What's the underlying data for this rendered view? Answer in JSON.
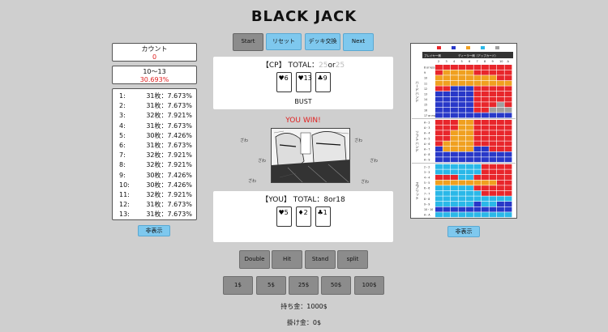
{
  "title": "BLACK JACK",
  "count": {
    "label": "カウント",
    "value": "0"
  },
  "range": {
    "label": "10〜13",
    "value": "30.693%"
  },
  "deck": [
    {
      "k": "1:",
      "v": "31枚：7.673%"
    },
    {
      "k": "2:",
      "v": "31枚：7.673%"
    },
    {
      "k": "3:",
      "v": "32枚：7.921%"
    },
    {
      "k": "4:",
      "v": "31枚：7.673%"
    },
    {
      "k": "5:",
      "v": "30枚：7.426%"
    },
    {
      "k": "6:",
      "v": "31枚：7.673%"
    },
    {
      "k": "7:",
      "v": "32枚：7.921%"
    },
    {
      "k": "8:",
      "v": "32枚：7.921%"
    },
    {
      "k": "9:",
      "v": "30枚：7.426%"
    },
    {
      "k": "10:",
      "v": "30枚：7.426%"
    },
    {
      "k": "11:",
      "v": "32枚：7.921%"
    },
    {
      "k": "12:",
      "v": "31枚：7.673%"
    },
    {
      "k": "13:",
      "v": "31枚：7.673%"
    }
  ],
  "hide_label": "非表示",
  "buttons": {
    "start": "Start",
    "reset": "リセット",
    "deck_change": "デッキ交換",
    "next": "Next"
  },
  "cp": {
    "label": "【CP】",
    "total_label": "TOTAL：",
    "total_a": "25",
    "or": "or",
    "total_b": "25",
    "cards": [
      "♥6",
      "♥13",
      "♣9"
    ],
    "status": "BUST"
  },
  "result": "YOU WIN!",
  "you": {
    "label": "【YOU】",
    "total_label": "TOTAL：",
    "total": "8or18",
    "cards": [
      "♥5",
      "♦2",
      "♣1"
    ]
  },
  "manga_sfx": [
    "ざわ",
    "ざわ",
    "ざわ",
    "ざわ",
    "ざわ",
    "ざわ"
  ],
  "actions": {
    "double": "Double",
    "hit": "Hit",
    "stand": "Stand",
    "split": "split"
  },
  "bets": [
    "1$",
    "5$",
    "25$",
    "50$",
    "100$"
  ],
  "money": "持ち金：1000$",
  "bet_amount": "掛け金：0$",
  "strategy": {
    "sections": [
      "ハードハンド",
      "ソフトハンド",
      "スプリット"
    ],
    "dealer_header": "ディーラー側（アップカード）",
    "player_header": "プレイヤー側",
    "dealer_cards": [
      "2",
      "3",
      "4",
      "5",
      "6",
      "7",
      "8",
      "9",
      "10",
      "A"
    ],
    "hard_rows": [
      "8 or less",
      "9",
      "10",
      "11",
      "12",
      "13",
      "14",
      "15",
      "16",
      "17 or more"
    ],
    "soft_rows": [
      "A・2",
      "A・3",
      "A・4",
      "A・5",
      "A・6",
      "A・7",
      "A・8",
      "A・9"
    ],
    "split_rows": [
      "2・2",
      "3・3",
      "4・4",
      "5・5",
      "6・6",
      "7・7",
      "8・8",
      "9・9",
      "10・10",
      "A・A"
    ],
    "colors": {
      "hit": "#e8262b",
      "stand": "#2838c8",
      "double": "#f0a020",
      "split": "#2ab8e8",
      "surrender": "#a0a0a0"
    }
  }
}
